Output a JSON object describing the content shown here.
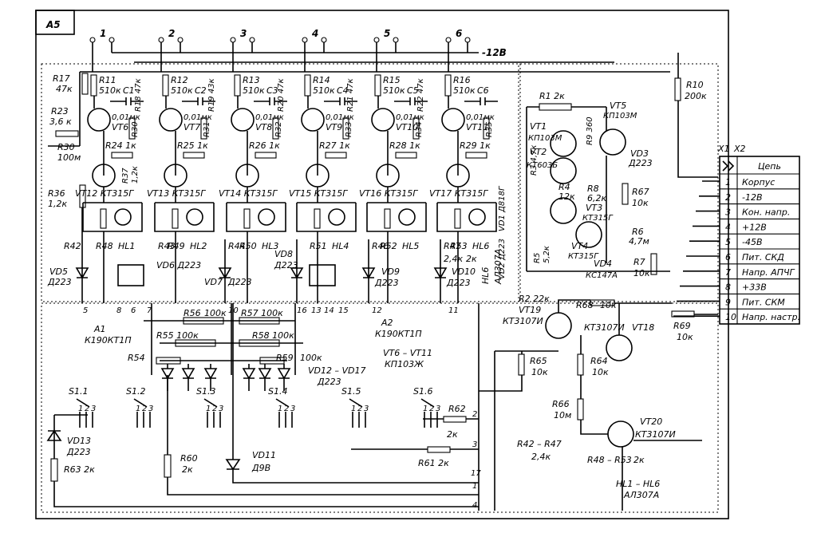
{
  "module_label": "A5",
  "top_terminals": [
    "1",
    "2",
    "3",
    "4",
    "5",
    "6"
  ],
  "supply_label": "-12В",
  "connector_labels": {
    "x1": "X1",
    "x2": "X2"
  },
  "connector_table": {
    "header": "Цепь",
    "rows": [
      {
        "pin": "1",
        "name": "Корпус"
      },
      {
        "pin": "2",
        "name": "-12В"
      },
      {
        "pin": "3",
        "name": "Кон. напр."
      },
      {
        "pin": "4",
        "name": "+12В"
      },
      {
        "pin": "5",
        "name": "-45В"
      },
      {
        "pin": "6",
        "name": "Пит. СКД"
      },
      {
        "pin": "7",
        "name": "Напр. АПЧГ"
      },
      {
        "pin": "8",
        "name": "+33В"
      },
      {
        "pin": "9",
        "name": "Пит. СКМ"
      },
      {
        "pin": "10",
        "name": "Напр. настр."
      }
    ]
  },
  "channels": [
    {
      "r_top": "R11",
      "r_top_val": "510к",
      "cap": "C1",
      "fet": "VT6",
      "bjt": "VT12",
      "bjt_type": "КТ315Г",
      "r_emit": "R24",
      "r_emit_val": "1к",
      "r_gate": "R30",
      "led": "HL1",
      "r_led": "R48"
    },
    {
      "r_top": "R12",
      "r_top_val": "510к",
      "cap": "C2",
      "fet": "VT7",
      "bjt": "VT13",
      "bjt_type": "КТ315Г",
      "r_emit": "R25",
      "r_emit_val": "1к",
      "r_gate": "R31",
      "led": "HL2",
      "r_led": "R49"
    },
    {
      "r_top": "R13",
      "r_top_val": "510к",
      "cap": "C3",
      "fet": "VT8",
      "bjt": "VT14",
      "bjt_type": "КТ315Г",
      "r_emit": "R26",
      "r_emit_val": "1к",
      "r_gate": "R32",
      "led": "HL3",
      "r_led": "R50"
    },
    {
      "r_top": "R14",
      "r_top_val": "510к",
      "cap": "C4",
      "fet": "VT9",
      "bjt": "VT15",
      "bjt_type": "КТ315Г",
      "r_emit": "R27",
      "r_emit_val": "1к",
      "r_gate": "R33",
      "led": "HL4",
      "r_led": "R51"
    },
    {
      "r_top": "R15",
      "r_top_val": "510к",
      "cap": "C5",
      "fet": "VT10",
      "bjt": "VT16",
      "bjt_type": "КТ315Г",
      "r_emit": "R28",
      "r_emit_val": "1к",
      "r_gate": "R34",
      "led": "HL5",
      "r_led": "R52"
    },
    {
      "r_top": "R16",
      "r_top_val": "510к",
      "cap": "C6",
      "fet": "VT11",
      "bjt": "VT17",
      "bjt_type": "КТ315Г",
      "r_emit": "R29",
      "r_emit_val": "1к",
      "r_gate": "R35",
      "led": "HL6",
      "r_led": "R53"
    }
  ],
  "cap_value": "0,01мк",
  "labels": {
    "r17": "R17",
    "r17v": "47к",
    "r23": "R23",
    "r23v": "3,6 к",
    "r30": "R30",
    "r30v": "100м",
    "r18": "R18 47к",
    "r19": "R19 43к",
    "r20": "R20 47к",
    "r21": "R21 47к",
    "r22": "R22 47к",
    "r36": "R36",
    "r36v": "1,2к",
    "r37": "R37",
    "r37v": "1,2к",
    "r42": "R42",
    "r43": "R43",
    "r44": "R44",
    "r46": "R46",
    "r47": "R47",
    "r47v": "2,4к",
    "r53v": "2к",
    "vd5": "VD5",
    "vd5v": "Д223",
    "vd6": "VD6 Д223",
    "vd7": "VD7",
    "vd7v": "Д223",
    "vd8": "VD8",
    "vd8v": "Д223",
    "vd9": "VD9",
    "vd9v": "Д223",
    "vd10": "VD10",
    "vd10v": "Д223",
    "hl6": "HL6",
    "hl6v": "АЛ307А",
    "a1": "A1",
    "a1v": "К190КТ1П",
    "a2": "A2",
    "a2v": "К190КТ1П",
    "vt_fet_range": "VT6 – VT11",
    "vt_fet_type": "КП103Ж",
    "r54": "R54",
    "r55": "R55 100к",
    "r56": "R56",
    "r56v": "100к",
    "r57": "R57 100к",
    "r58": "R58 100к",
    "r59": "R59",
    "r59v": "100к",
    "vd_range": "VD12 – VD17",
    "vd_range_v": "Д223",
    "s1": "S1.1",
    "s2": "S1.2",
    "s3": "S1.3",
    "s4": "S1.4",
    "s5": "S1.5",
    "s6": "S1.6",
    "vd13": "VD13",
    "vd13v": "Д223",
    "r63": "R63 2к",
    "r60": "R60",
    "r60v": "2к",
    "vd11": "VD11",
    "vd11v": "Д9В",
    "r61": "R61 2к",
    "r62": "R62",
    "r62v": "2к",
    "r1": "R1 2к",
    "vt1": "VT1",
    "vt1v": "КП103М",
    "vt2": "VT2",
    "vt2v": "КТ603Б",
    "r3": "R3 4,7к",
    "vt5": "VT5",
    "vt5v": "КП103М",
    "r9": "R9 360",
    "r4": "R4",
    "r4v": "12к",
    "vt3": "VT3",
    "vt3v": "КТ315Г",
    "r8": "R8",
    "r8v": "6,2к",
    "vd3": "VD3",
    "vd3v": "Д223",
    "r67": "R67",
    "r67v": "10к",
    "vd1": "VD1 Д818Г",
    "vd2": "VD2 Д223",
    "r5": "R5",
    "r5v": "5,2к",
    "vt4": "VT4",
    "vt4v": "КТ315Г",
    "vd4": "VD4",
    "vd4v": "КС147А",
    "r6": "R6",
    "r6v": "4,7м",
    "r7": "R7",
    "r7v": "10к",
    "r10": "R10",
    "r10v": "200к",
    "r2": "R2 22к",
    "vt19": "VT19",
    "vt19v": "КТ3107И",
    "r68": "R68",
    "r68v": "10к",
    "vt18": "VT18",
    "vt18v": "КТ3107И",
    "r69": "R69",
    "r69v": "10к",
    "r65": "R65",
    "r65v": "10к",
    "r64": "R64",
    "r64v": "10к",
    "r66": "R66",
    "r66v": "10м",
    "vt20": "VT20",
    "vt20v": "КТ3107И",
    "r4247": "R42 – R47",
    "r4247v": "2,4к",
    "r4853": "R48 – R53",
    "r4853v": "2к",
    "hl16": "HL1 – HL6",
    "hl16v": "АЛ307А",
    "n5": "5",
    "n8": "8",
    "n6": "6",
    "n7": "7",
    "n10": "10",
    "n16": "16",
    "n13": "13",
    "n14": "14",
    "n15": "15",
    "n12": "12",
    "n11": "11",
    "n2": "2",
    "n3": "3",
    "n17": "17",
    "n1": "1",
    "n4": "4"
  }
}
